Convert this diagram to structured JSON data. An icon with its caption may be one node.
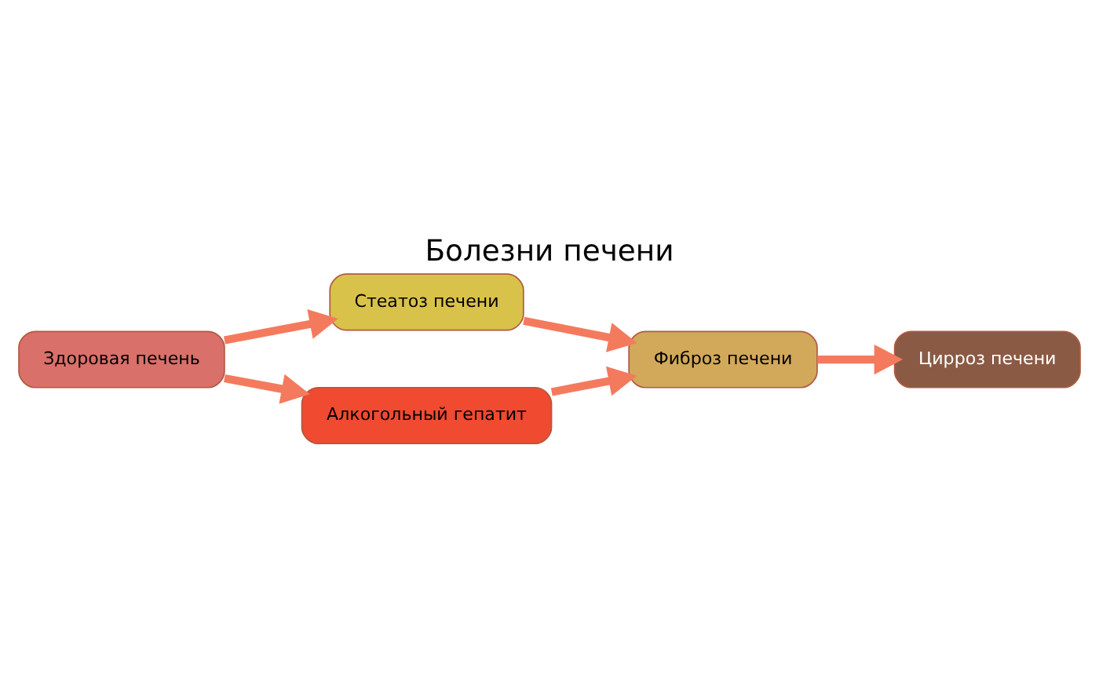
{
  "diagram": {
    "title": "Болезни печени",
    "nodes": [
      {
        "text": [
          "Здоровая печень"
        ]
      },
      {
        "text": [
          "Стеатоз печени"
        ]
      },
      {
        "text": [
          "Алкогольный гепатит"
        ]
      },
      {
        "text": [
          "Фиброз печени"
        ]
      },
      {
        "text": [
          "Цирроз печени"
        ]
      }
    ],
    "edges": [
      {
        "from": 0,
        "to": 1,
        "arrow": "to"
      },
      {
        "from": 0,
        "to": 2,
        "arrow": "to"
      },
      {
        "from": 1,
        "to": 3,
        "arrow": "to"
      },
      {
        "from": 2,
        "to": 3,
        "arrow": "to"
      },
      {
        "from": 3,
        "to": 4,
        "arrow": "to"
      }
    ]
  }
}
